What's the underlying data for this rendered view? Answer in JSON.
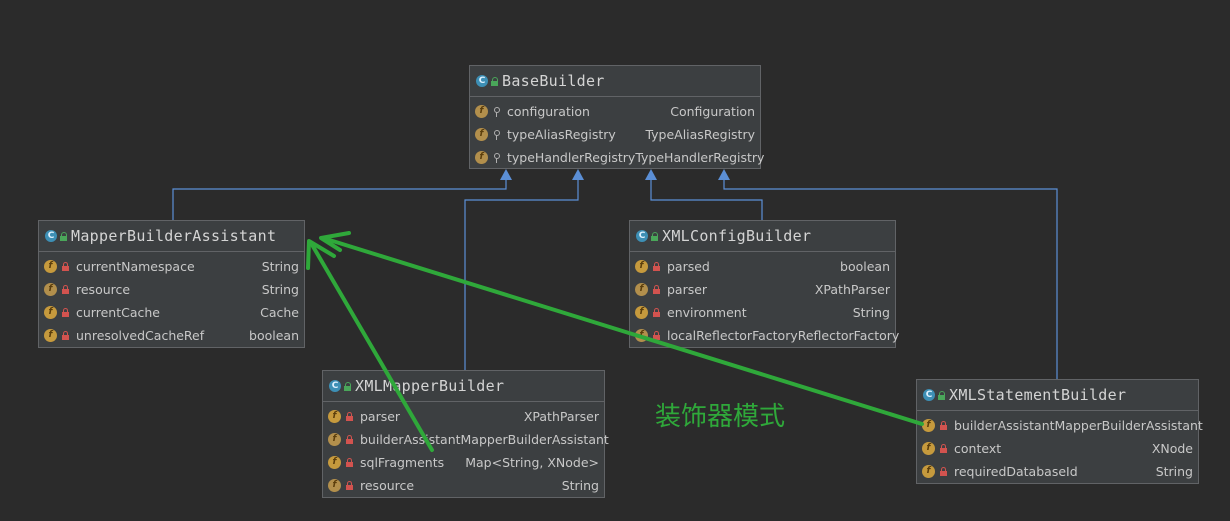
{
  "classes": {
    "base_builder": {
      "name": "BaseBuilder",
      "class_icon": "C",
      "fields": [
        {
          "icon": "f",
          "name": "configuration",
          "type": "Configuration"
        },
        {
          "icon": "f",
          "name": "typeAliasRegistry",
          "type": "TypeAliasRegistry"
        },
        {
          "icon": "f",
          "name": "typeHandlerRegistry",
          "type": "TypeHandlerRegistry"
        }
      ]
    },
    "mapper_builder_assistant": {
      "name": "MapperBuilderAssistant",
      "class_icon": "C",
      "fields": [
        {
          "icon": "f",
          "name": "currentNamespace",
          "type": "String"
        },
        {
          "icon": "f",
          "name": "resource",
          "type": "String"
        },
        {
          "icon": "f",
          "name": "currentCache",
          "type": "Cache"
        },
        {
          "icon": "f",
          "name": "unresolvedCacheRef",
          "type": "boolean"
        }
      ]
    },
    "xml_config_builder": {
      "name": "XMLConfigBuilder",
      "class_icon": "C",
      "fields": [
        {
          "icon": "f",
          "name": "parsed",
          "type": "boolean"
        },
        {
          "icon": "f",
          "name": "parser",
          "type": "XPathParser"
        },
        {
          "icon": "f",
          "name": "environment",
          "type": "String"
        },
        {
          "icon": "f",
          "name": "localReflectorFactory",
          "type": "ReflectorFactory"
        }
      ]
    },
    "xml_mapper_builder": {
      "name": "XMLMapperBuilder",
      "class_icon": "C",
      "fields": [
        {
          "icon": "f",
          "name": "parser",
          "type": "XPathParser"
        },
        {
          "icon": "f",
          "name": "builderAssistant",
          "type": "MapperBuilderAssistant"
        },
        {
          "icon": "f",
          "name": "sqlFragments",
          "type": "Map<String, XNode>"
        },
        {
          "icon": "f",
          "name": "resource",
          "type": "String"
        }
      ]
    },
    "xml_statement_builder": {
      "name": "XMLStatementBuilder",
      "class_icon": "C",
      "fields": [
        {
          "icon": "f",
          "name": "builderAssistant",
          "type": "MapperBuilderAssistant"
        },
        {
          "icon": "f",
          "name": "context",
          "type": "XNode"
        },
        {
          "icon": "f",
          "name": "requiredDatabaseId",
          "type": "String"
        }
      ]
    }
  },
  "annotation": "装饰器模式",
  "colors": {
    "background": "#2b2b2b",
    "inheritance_arrow": "#5b8fd6",
    "annotation_green": "#2fa83a"
  }
}
